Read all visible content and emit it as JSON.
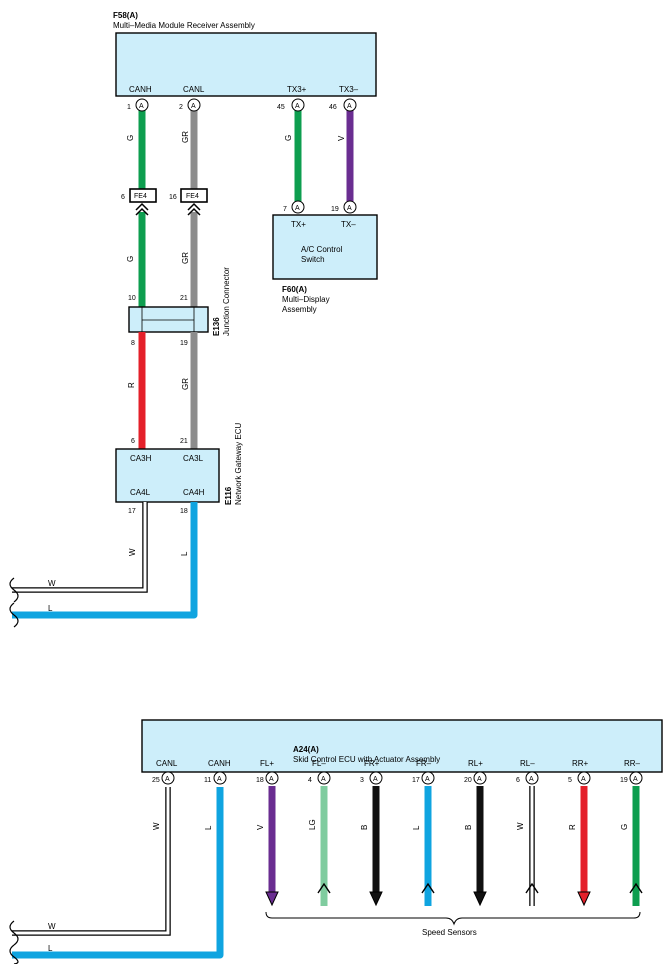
{
  "f58": {
    "code": "F58(A)",
    "name": "Multi–Media Module Receiver Assembly",
    "pins": [
      {
        "num": "1",
        "conn": "A",
        "label": "CANH"
      },
      {
        "num": "2",
        "conn": "A",
        "label": "CANL"
      },
      {
        "num": "45",
        "conn": "A",
        "label": "TX3+"
      },
      {
        "num": "46",
        "conn": "A",
        "label": "TX3–"
      }
    ]
  },
  "f60": {
    "code": "F60(A)",
    "name_line1": "Multi–Display",
    "name_line2": "Assembly",
    "box_line1": "A/C Control",
    "box_line2": "Switch",
    "pins": [
      {
        "num": "7",
        "conn": "A",
        "label": "TX+"
      },
      {
        "num": "19",
        "conn": "A",
        "label": "TX–"
      }
    ]
  },
  "fe4": {
    "left_num": "6",
    "left_label": "FE4",
    "right_num": "16",
    "right_label": "FE4"
  },
  "e136": {
    "code": "E136",
    "name": "Junction Connector",
    "top_left": "10",
    "top_right": "21",
    "bottom_left": "8",
    "bottom_right": "19"
  },
  "e116": {
    "code": "E116",
    "name": "Network Gateway ECU",
    "top_left_num": "6",
    "top_right_num": "21",
    "top_left_label": "CA3H",
    "top_right_label": "CA3L",
    "bottom_left_label": "CA4L",
    "bottom_right_label": "CA4H",
    "bottom_left_num": "17",
    "bottom_right_num": "18"
  },
  "wire_colors": {
    "g1": "G",
    "gr1": "GR",
    "g2": "G",
    "v1": "V",
    "g3": "G",
    "gr2": "GR",
    "r1": "R",
    "gr3": "GR",
    "w1": "W",
    "l1": "L",
    "w_h1": "W",
    "l_h1": "L"
  },
  "a24": {
    "code": "A24(A)",
    "name": "Skid Control ECU with Actuator Assembly",
    "pins": [
      {
        "num": "25",
        "conn": "A",
        "label": "CANL"
      },
      {
        "num": "11",
        "conn": "A",
        "label": "CANH"
      },
      {
        "num": "18",
        "conn": "A",
        "label": "FL+"
      },
      {
        "num": "4",
        "conn": "A",
        "label": "FL–"
      },
      {
        "num": "3",
        "conn": "A",
        "label": "FR+"
      },
      {
        "num": "17",
        "conn": "A",
        "label": "FR–"
      },
      {
        "num": "20",
        "conn": "A",
        "label": "RL+"
      },
      {
        "num": "6",
        "conn": "A",
        "label": "RL–"
      },
      {
        "num": "5",
        "conn": "A",
        "label": "RR+"
      },
      {
        "num": "19",
        "conn": "A",
        "label": "RR–"
      }
    ],
    "wire_labels": [
      "W",
      "L",
      "V",
      "LG",
      "B",
      "L",
      "B",
      "W",
      "R",
      "G"
    ],
    "bottom_w": "W",
    "bottom_l": "L"
  },
  "speed_sensors": "Speed Sensors",
  "colors": {
    "green": "#0d9e4f",
    "gray": "#8c8c8c",
    "violet": "#6a2d91",
    "red": "#e4202a",
    "blue": "#0fa4e0",
    "light_green": "#7fcc9f",
    "black": "#111111",
    "box_fill": "#cdeefa"
  }
}
